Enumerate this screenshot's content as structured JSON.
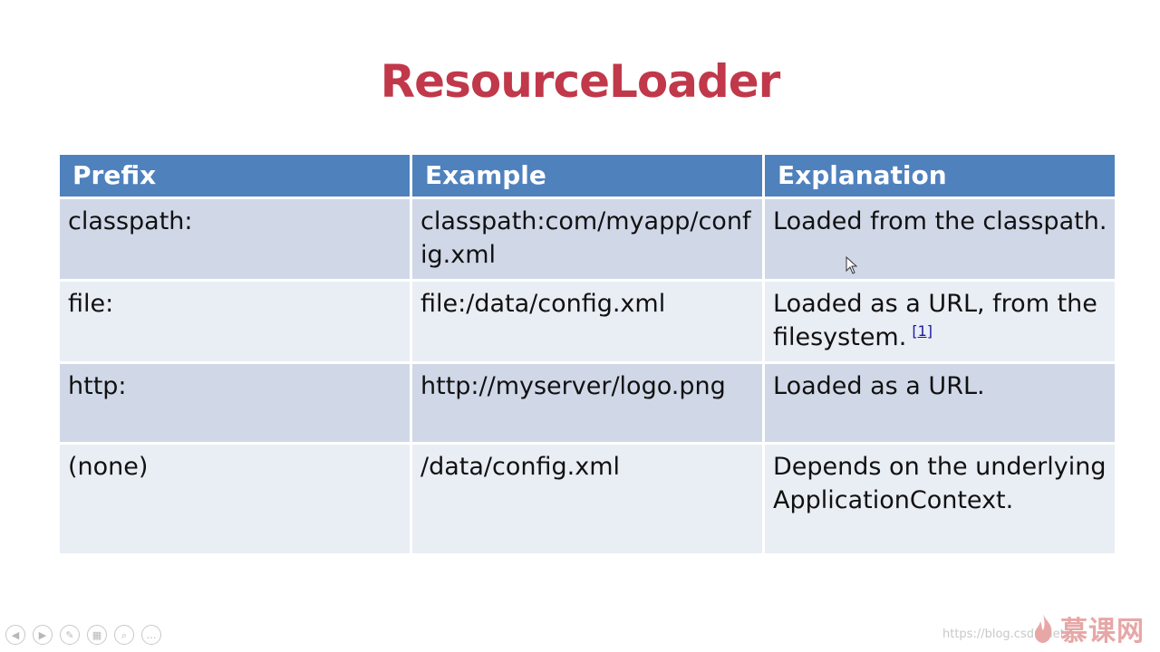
{
  "slide": {
    "title": "ResourceLoader"
  },
  "table": {
    "headers": [
      "Prefix",
      "Example",
      "Explanation"
    ],
    "rows": [
      {
        "prefix": "classpath:",
        "example": "classpath:com/myapp/config.xml",
        "explanation": "Loaded from the classpath."
      },
      {
        "prefix": "file:",
        "example": "file:/data/config.xml",
        "explanation": "Loaded as a URL, from the filesystem.",
        "footnote": "[1]"
      },
      {
        "prefix": "http:",
        "example": "http://myserver/logo.png",
        "explanation": "Loaded as a URL."
      },
      {
        "prefix": "(none)",
        "example": "/data/config.xml",
        "explanation": "Depends on the underlying ApplicationContext."
      }
    ]
  },
  "player_controls": {
    "buttons": [
      {
        "name": "previous-slide",
        "icon": "arrow-left-icon",
        "glyph": "◀"
      },
      {
        "name": "next-slide",
        "icon": "arrow-right-icon",
        "glyph": "▶"
      },
      {
        "name": "pen-tool",
        "icon": "pen-icon",
        "glyph": "✎"
      },
      {
        "name": "slide-overview",
        "icon": "grid-icon",
        "glyph": "▦"
      },
      {
        "name": "zoom",
        "icon": "zoom-icon",
        "glyph": "⌕"
      },
      {
        "name": "more-options",
        "icon": "more-icon",
        "glyph": "…"
      }
    ]
  },
  "watermark": {
    "url": "https://blog.csdn.net/..."
  },
  "brand": {
    "name": "慕课网",
    "color": "#e7a7a7"
  },
  "colors": {
    "title": "#c0384a",
    "header_bg": "#4f81bd",
    "row_odd_bg": "#d0d8e8",
    "row_even_bg": "#e9edf4"
  }
}
